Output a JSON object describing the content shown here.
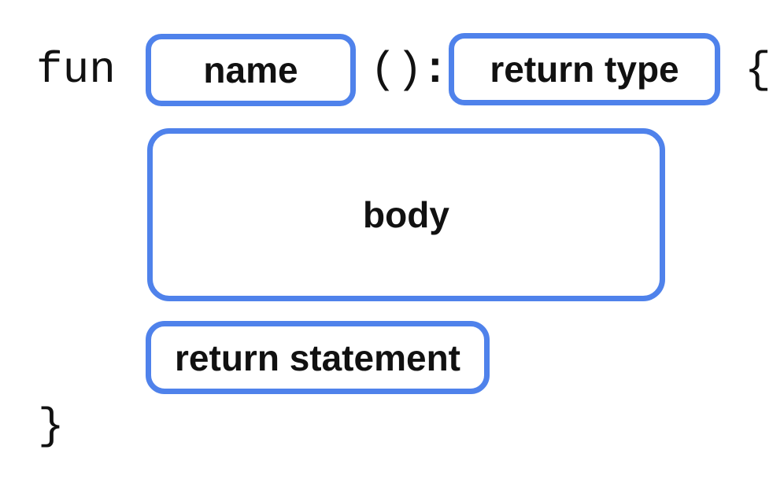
{
  "colors": {
    "accent": "#4f82eb",
    "text": "#111111",
    "background": "#ffffff"
  },
  "syntax_diagram": {
    "language_construct": "function-declaration",
    "keyword": "fun",
    "parentheses": "()",
    "colon": ":",
    "open_brace": "{",
    "close_brace": "}",
    "slots": {
      "name": "name",
      "return_type": "return type",
      "body": "body",
      "return_statement": "return statement"
    }
  }
}
